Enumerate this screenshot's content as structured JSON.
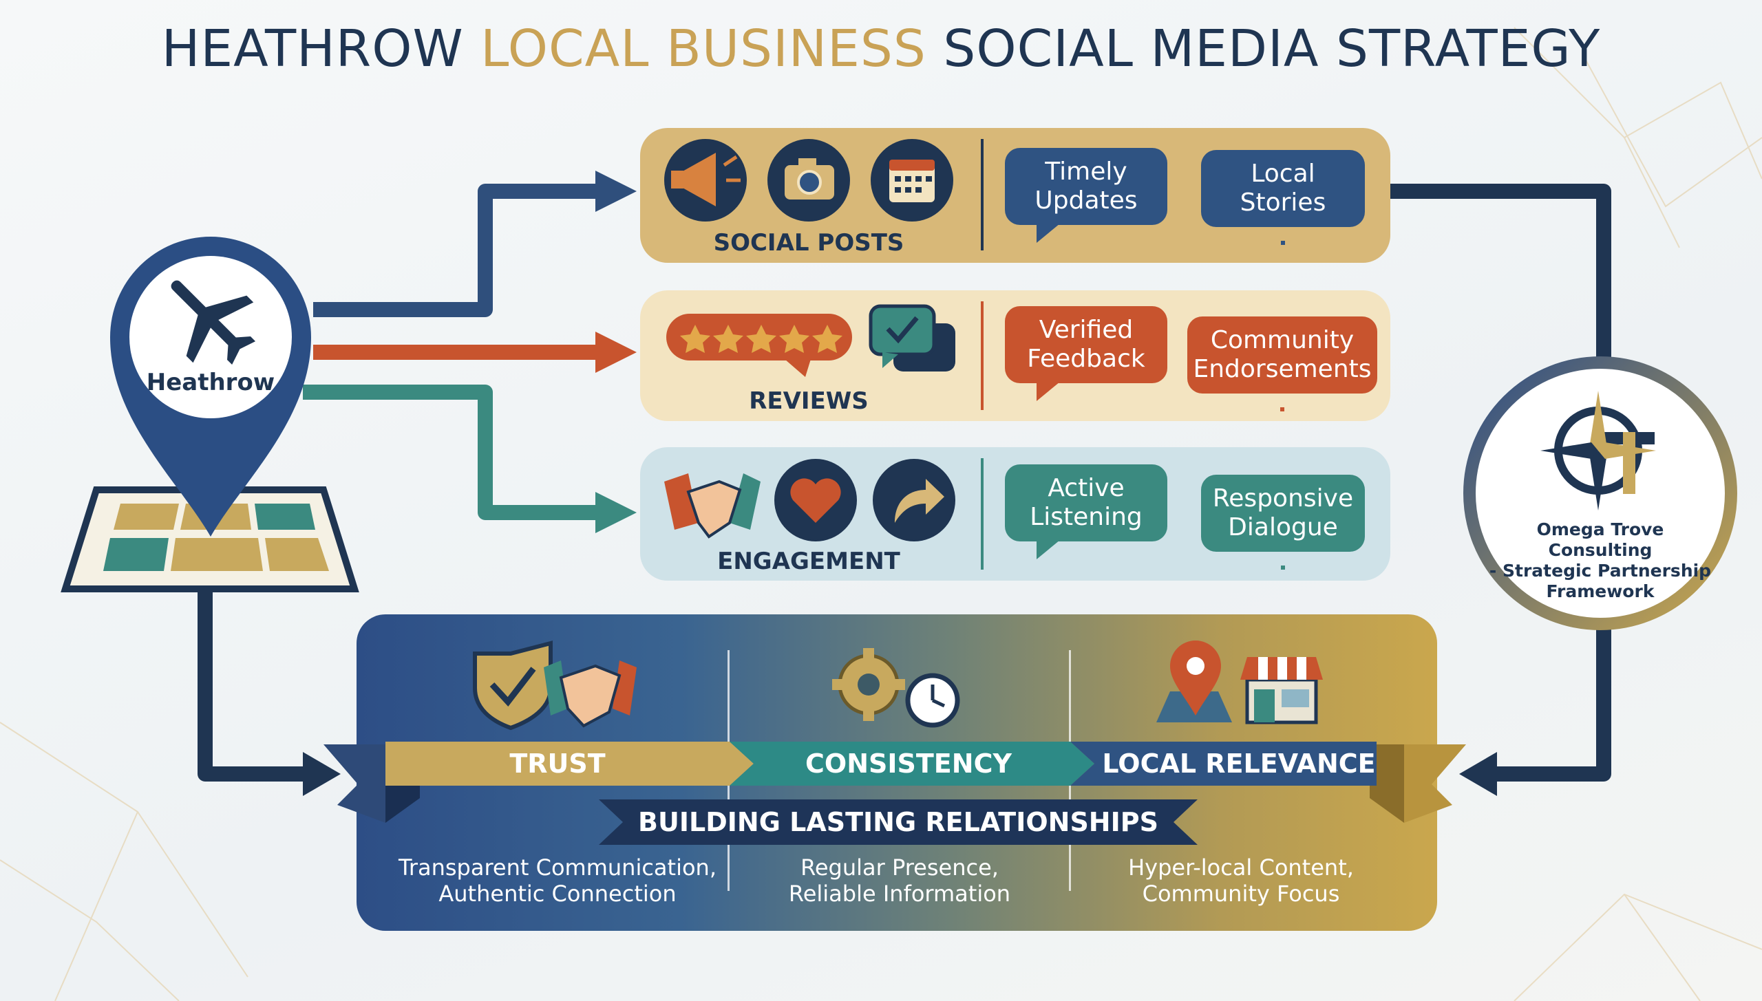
{
  "title": {
    "part1": "HEATHROW ",
    "part2": "LOCAL BUSINESS",
    "part3": " SOCIAL MEDIA STRATEGY"
  },
  "pin": {
    "label": "Heathrow"
  },
  "channels": [
    {
      "label": "SOCIAL POSTS",
      "bubbles": [
        "Timely\nUpdates",
        "Local\nStories"
      ]
    },
    {
      "label": "REVIEWS",
      "bubbles": [
        "Verified\nFeedback",
        "Community\nEndorsements"
      ]
    },
    {
      "label": "ENGAGEMENT",
      "bubbles": [
        "Active\nListening",
        "Responsive\nDialogue"
      ]
    }
  ],
  "pillars": [
    {
      "label": "TRUST",
      "desc": "Transparent Communication,\nAuthentic Connection"
    },
    {
      "label": "CONSISTENCY",
      "desc": "Regular Presence,\nReliable Information"
    },
    {
      "label": "LOCAL RELEVANCE",
      "desc": "Hyper-local Content,\nCommunity Focus"
    }
  ],
  "banner": "BUILDING LASTING RELATIONSHIPS",
  "partner": {
    "name": "Omega Trove Consulting\n- Strategic Partnership\nFramework"
  },
  "colors": {
    "navy": "#1f3552",
    "gold": "#c9a256",
    "orange": "#c8542e",
    "teal": "#3b8a80",
    "blue": "#2f5382"
  },
  "icons": [
    "airplane-icon",
    "megaphone-icon",
    "camera-icon",
    "calendar-icon",
    "stars-icon",
    "chat-check-icon",
    "handshake-icon",
    "heart-icon",
    "share-icon",
    "shield-check-icon",
    "gears-clock-icon",
    "location-pin-icon",
    "storefront-icon",
    "compass-icon"
  ]
}
